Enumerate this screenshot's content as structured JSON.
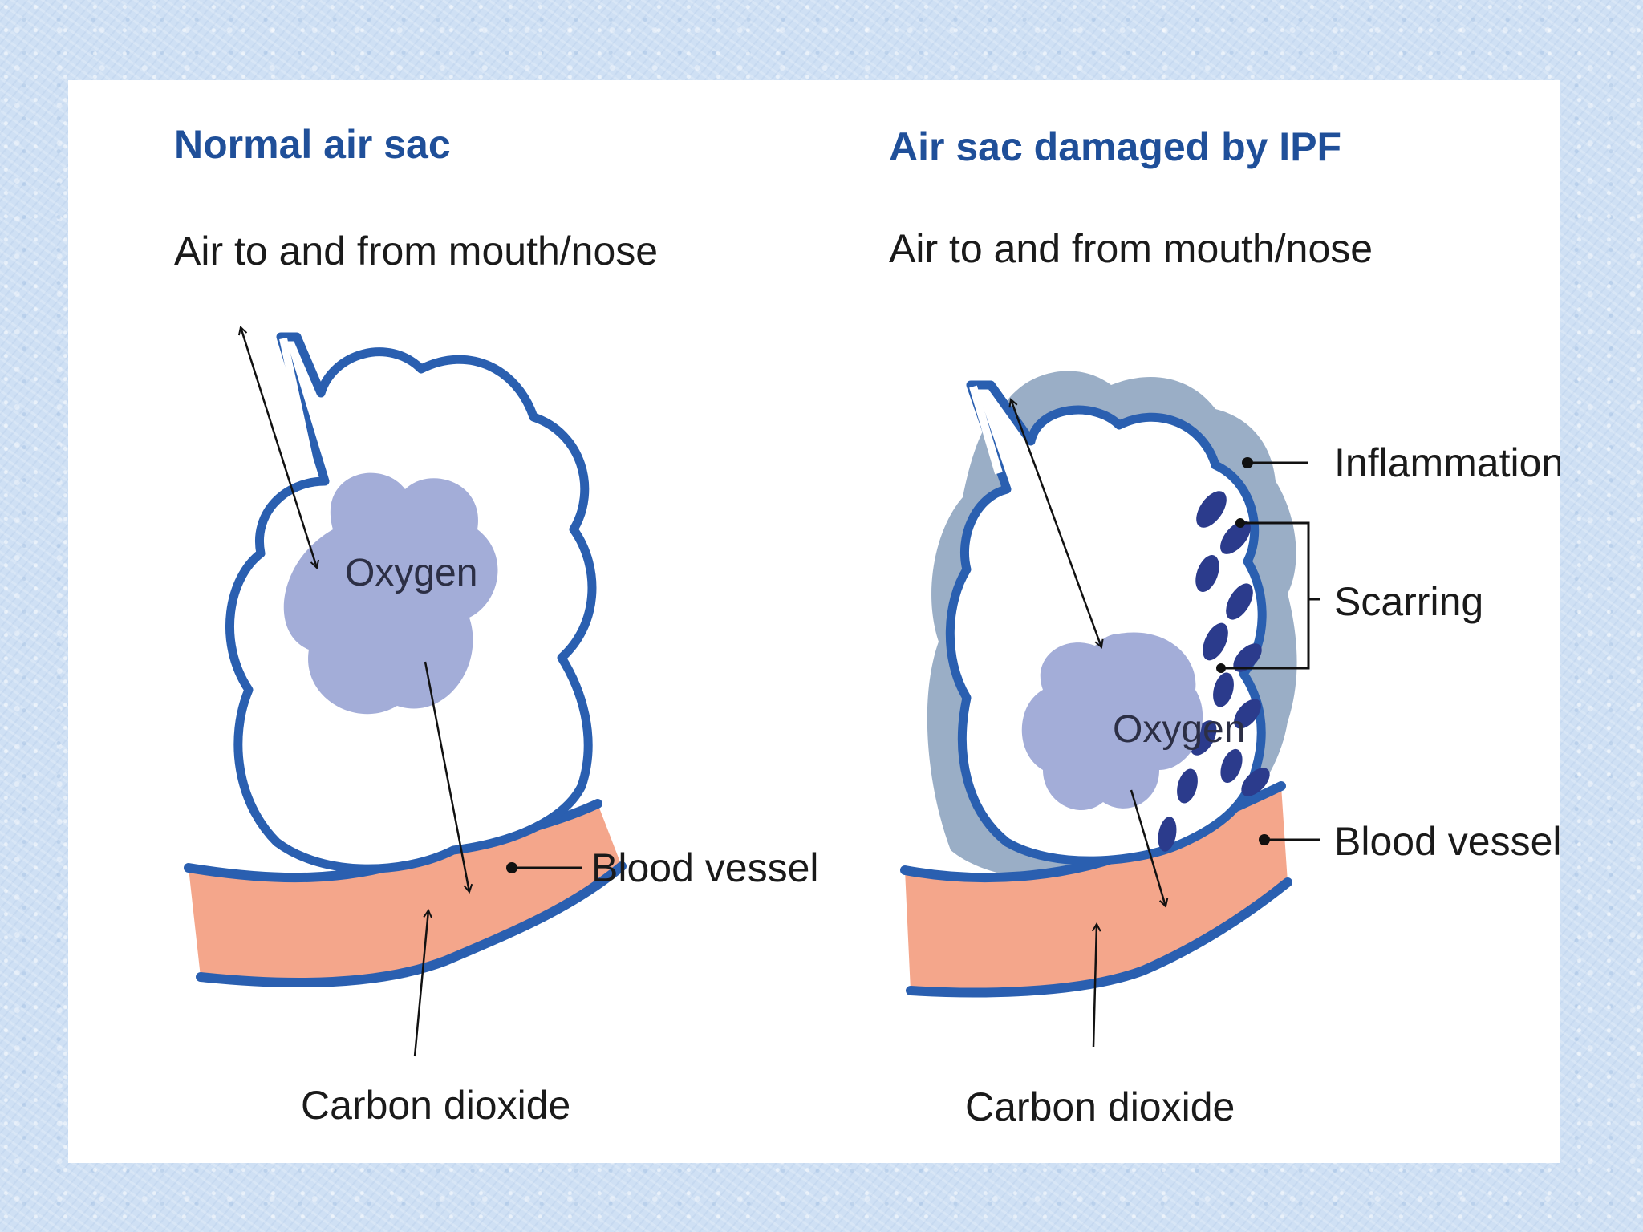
{
  "normal": {
    "title": "Normal air sac",
    "air_label": "Air to and from mouth/nose",
    "oxygen_label": "Oxygen",
    "blood_vessel_label": "Blood vessel",
    "co2_label": "Carbon dioxide"
  },
  "damaged": {
    "title": "Air sac damaged by IPF",
    "air_label": "Air to and from mouth/nose",
    "oxygen_label": "Oxygen",
    "inflammation_label": "Inflammation",
    "scarring_label": "Scarring",
    "blood_vessel_label": "Blood vessel",
    "co2_label": "Carbon dioxide"
  },
  "colors": {
    "title": "#1f4f99",
    "outline": "#2a5fb0",
    "oxygen": "#a3add8",
    "vessel": "#f4a68b",
    "inflammation": "#9aaec6",
    "scar_cell": "#2b3b8c"
  }
}
